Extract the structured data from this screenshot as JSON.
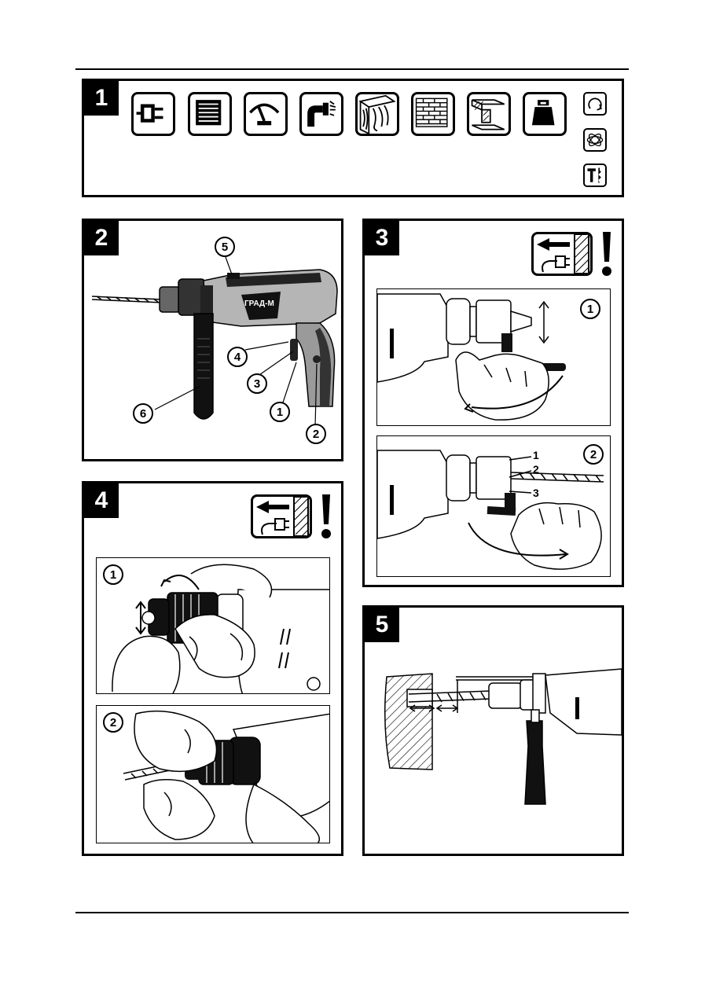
{
  "figures": [
    {
      "label": "1"
    },
    {
      "label": "2",
      "callouts": [
        "1",
        "2",
        "3",
        "4",
        "5",
        "6"
      ],
      "brand": "ГРАД-М"
    },
    {
      "label": "3",
      "steps": [
        "1",
        "2"
      ],
      "parts": [
        "1",
        "2",
        "3"
      ]
    },
    {
      "label": "4",
      "steps": [
        "1",
        "2"
      ]
    },
    {
      "label": "5"
    }
  ],
  "icons": [
    "power-plug-icon",
    "motor-icon",
    "gauge-icon",
    "drill-chuck-icon",
    "wood-icon",
    "brick-icon",
    "steel-beam-icon",
    "weight-icon",
    "rotation-icon",
    "impact-icon",
    "hammer-drill-icon"
  ],
  "colors": {
    "ink": "#000000",
    "paper": "#ffffff",
    "tool-grey": "#b5b5b5"
  }
}
